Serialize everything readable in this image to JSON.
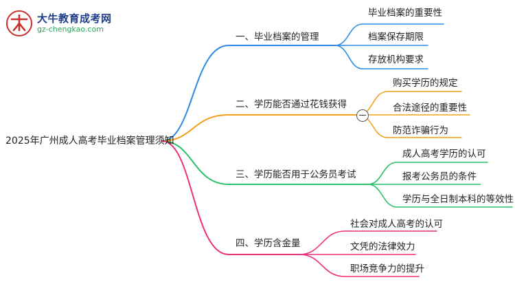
{
  "logo": {
    "name": "大牛教育成考网",
    "url": "gz-chengkao.com"
  },
  "root": "2025年广州成人高考毕业档案管理须知",
  "branches": [
    {
      "label": "一、毕业档案的管理",
      "color": "#2b8ae6",
      "children": [
        "毕业档案的重要性",
        "档案保存期限",
        "存放机构要求"
      ]
    },
    {
      "label": "二、学历能否通过花钱获得",
      "color": "#f0a01c",
      "children": [
        "购买学历的规定",
        "合法途径的重要性",
        "防范诈骗行为"
      ]
    },
    {
      "label": "三、学历能否用于公务员考试",
      "color": "#27c06a",
      "children": [
        "成人高考学历的认可",
        "报考公务员的条件",
        "学历与全日制本科的等效性"
      ]
    },
    {
      "label": "四、学历含金量",
      "color": "#ee2f7a",
      "children": [
        "社会对成人高考的认可",
        "文凭的法律效力",
        "职场竞争力的提升"
      ]
    }
  ]
}
